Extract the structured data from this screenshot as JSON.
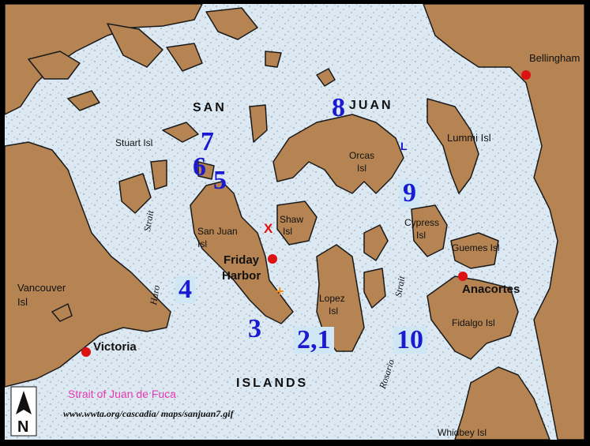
{
  "colors": {
    "water": "#dce9f3",
    "water_light": "#eef5fa",
    "land": "#b58452",
    "coast": "#1a1a1a",
    "site_number": "#1a1ad0",
    "city_dot": "#dd1111",
    "strait_label": "#e83ab0",
    "marker_x": "#e01010",
    "marker_plus": "#f28a1c"
  },
  "sea_labels": {
    "san": "SAN",
    "juan": "JUAN",
    "islands": "ISLANDS"
  },
  "places": {
    "bellingham": "Bellingham",
    "lummi": "Lummi Isl",
    "stuart": "Stuart Isl",
    "orcas_1": "Orcas",
    "orcas_2": "Isl",
    "shaw_1": "Shaw",
    "shaw_2": "Isl",
    "san_juan_1": "San Juan",
    "san_juan_2": "Isl",
    "cypress_1": "Cypress",
    "cypress_2": "Isl",
    "guemes": "Guemes Isl",
    "vancouver_1": "Vancouver",
    "vancouver_2": "Isl",
    "lopez_1": "Lopez",
    "lopez_2": "Isl",
    "fidalgo": "Fidalgo Isl",
    "whidbey": "Whidbey Isl"
  },
  "towns": {
    "friday_1": "Friday",
    "friday_2": "Harbor",
    "anacortes": "Anacortes",
    "victoria": "Victoria"
  },
  "straits": {
    "haro_1": "Haro",
    "haro_2": "Strait",
    "rosario_1": "Rosario",
    "rosario_2": "Strait",
    "juan_de_fuca": "Strait of Juan de Fuca"
  },
  "sites": {
    "s8": "8",
    "s7": "7",
    "s6": "6",
    "s5": "5",
    "s9": "9",
    "s4": "4",
    "s3": "3",
    "s21": "2,1",
    "s10": "10"
  },
  "markers": {
    "x": "X",
    "plus": "+",
    "l": "L"
  },
  "compass": {
    "letter": "N"
  },
  "source": "www.wwta.org/cascadia/ maps/sanjuan7.gif"
}
